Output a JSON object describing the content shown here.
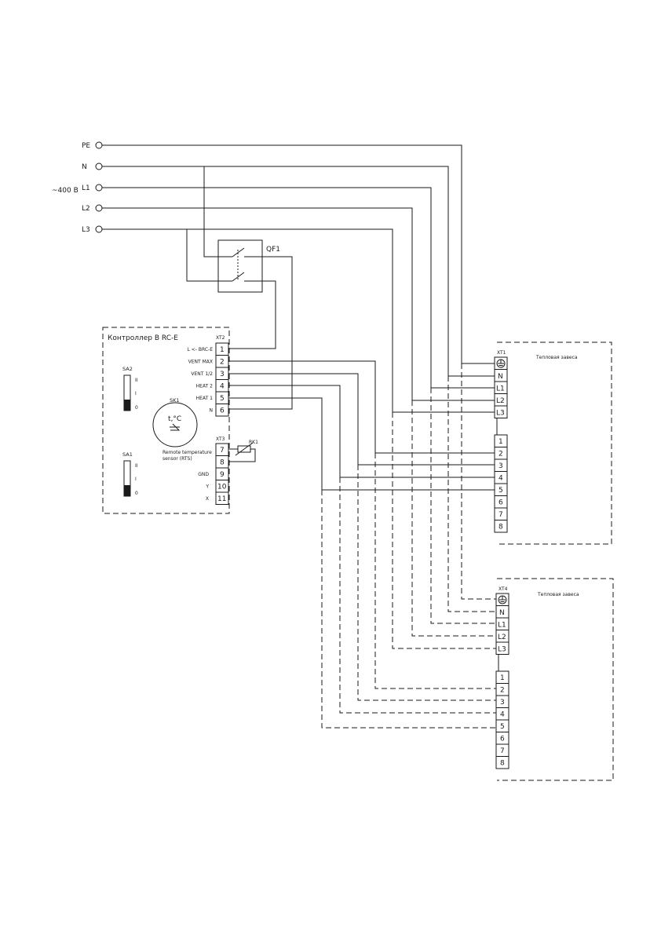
{
  "supply": {
    "voltage": "~400 В",
    "lines": [
      "PE",
      "N",
      "L1",
      "L2",
      "L3"
    ]
  },
  "breaker": {
    "label": "QF1"
  },
  "controller": {
    "title": "Контроллер B RC-E",
    "xt2": {
      "label": "XT2",
      "terminals": [
        {
          "num": "1",
          "func": "L <- BRC-E"
        },
        {
          "num": "2",
          "func": "VENT MAX"
        },
        {
          "num": "3",
          "func": "VENT 1/2"
        },
        {
          "num": "4",
          "func": "HEAT 2"
        },
        {
          "num": "5",
          "func": "HEAT 1"
        },
        {
          "num": "6",
          "func": "N"
        }
      ]
    },
    "xt3": {
      "label": "XT3",
      "terminals": [
        {
          "num": "7",
          "func": ""
        },
        {
          "num": "8",
          "func": ""
        },
        {
          "num": "9",
          "func": "GND"
        },
        {
          "num": "10",
          "func": "Y"
        },
        {
          "num": "11",
          "func": "X"
        }
      ]
    },
    "sa2": {
      "label": "SA2",
      "ticks": [
        "II",
        "I",
        "0"
      ]
    },
    "sa1": {
      "label": "SA1",
      "ticks": [
        "II",
        "I",
        "0"
      ]
    },
    "sk1": {
      "label": "SK1",
      "symbol": "t,°C"
    },
    "rts": {
      "line1": "Remote temperature",
      "line2": "sensor (RTS)"
    },
    "rk1": {
      "label": "RK1"
    }
  },
  "curtain1": {
    "title": "Тепловая завеса",
    "power_block": {
      "label": "XT1",
      "terminals": [
        "N",
        "L1",
        "L2",
        "L3"
      ]
    },
    "control_terminals": [
      "1",
      "2",
      "3",
      "4",
      "5",
      "6",
      "7",
      "8"
    ]
  },
  "curtain2": {
    "title": "Тепловая завеса",
    "power_block": {
      "label": "XT4",
      "terminals": [
        "N",
        "L1",
        "L2",
        "L3"
      ]
    },
    "control_terminals": [
      "1",
      "2",
      "3",
      "4",
      "5",
      "6",
      "7",
      "8"
    ]
  }
}
